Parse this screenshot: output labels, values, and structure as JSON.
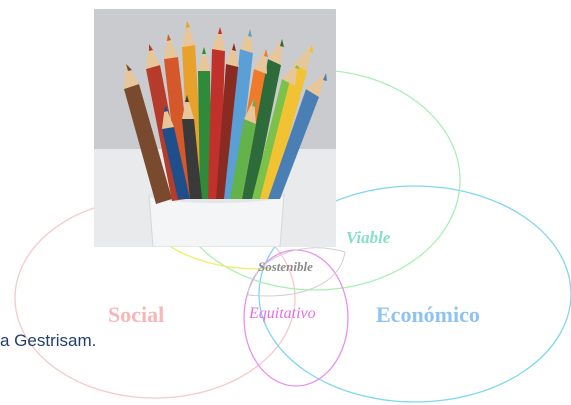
{
  "diagram": {
    "circles": {
      "social": {
        "label": "Social",
        "color": "#f7b7b7"
      },
      "economico": {
        "label": "Económico",
        "color": "#8ec3f2"
      },
      "ambiental": {
        "color": "#8be3a3"
      },
      "equitativo_ring": {
        "color": "#e46fe0"
      },
      "yellow_ring": {
        "color": "#ecec5a"
      }
    },
    "intersections": {
      "viable": "Viable",
      "equitativo": "Equitativo",
      "sostenible": "Sostenible"
    }
  },
  "footer": {
    "text": "a Gestrisam."
  },
  "photo": {
    "subject": "colored pencils in a white cup",
    "icon": "pencils-cup-photo"
  }
}
